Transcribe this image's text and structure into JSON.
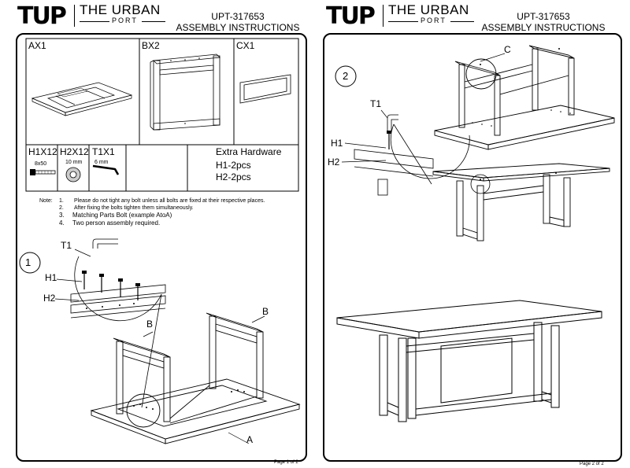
{
  "brand": {
    "mark": "TUP",
    "name_top": "THE URBAN",
    "name_bottom": "PORT"
  },
  "page1": {
    "header_code": "UPT-317653",
    "header_title": "ASSEMBLY INSTRUCTIONS",
    "parts": {
      "ax1": "AX1",
      "bx2": "BX2",
      "cx1": "CX1",
      "h1x12": "H1X12",
      "h1_size": "8x50",
      "h2x12": "H2X12",
      "h2_size": "10 mm",
      "t1x1": "T1X1",
      "t1_size": "6 mm"
    },
    "extra_hardware": {
      "title": "Extra Hardware",
      "line1": "H1-2pcs",
      "line2": "H2-2pcs"
    },
    "notes": {
      "label": "Note:",
      "n1_num": "1.",
      "n1_text": "Please do not tight any bolt unless all bolts are fixed at their respective places.",
      "n2_num": "2.",
      "n2_text": "After fixing the bolts tighten them simultaneously.",
      "n3_num": "3.",
      "n3_text": "Matching Parts Bolt (example AtoA)",
      "n4_num": "4.",
      "n4_text": "Two person assembly required."
    },
    "step": {
      "number": "1",
      "t1": "T1",
      "h1": "H1",
      "h2": "H2",
      "b_left": "B",
      "b_right": "B",
      "a": "A"
    },
    "footer": "Page 1 of 2"
  },
  "page2": {
    "header_code": "UPT-317653",
    "header_title": "ASSEMBLY INSTRUCTIONS",
    "step": {
      "number": "2",
      "c": "C",
      "t1": "T1",
      "h1": "H1",
      "h2": "H2"
    },
    "footer": "Page 2 of 2"
  }
}
